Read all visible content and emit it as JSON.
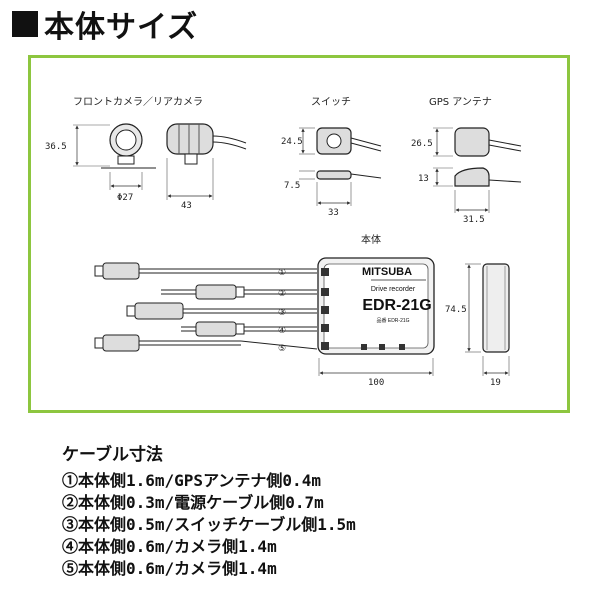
{
  "heading": {
    "title": "本体サイズ"
  },
  "diagram": {
    "front_rear_camera": {
      "label": "フロントカメラ／リアカメラ",
      "height": "36.5",
      "diameter": "Φ27",
      "length": "43"
    },
    "switch": {
      "label": "スイッチ",
      "height": "24.5",
      "thickness": "7.5",
      "width": "33"
    },
    "gps_antenna": {
      "label": "GPS アンテナ",
      "height": "26.5",
      "thickness": "13",
      "width": "31.5"
    },
    "main_unit": {
      "label": "本体",
      "brand": "MITSUBA",
      "subtitle": "Drive recorder",
      "model": "EDR-21G",
      "model_code": "品番 EDR-21G",
      "width": "100",
      "height": "74.5",
      "depth": "19"
    },
    "cable_numbers": [
      "①",
      "②",
      "③",
      "④",
      "⑤"
    ]
  },
  "specs": {
    "title": "ケーブル寸法",
    "rows": [
      "①本体側1.6m/GPSアンテナ側0.4m",
      "②本体側0.3m/電源ケーブル側0.7m",
      "③本体側0.5m/スイッチケーブル側1.5m",
      "④本体側0.6m/カメラ側1.4m",
      "⑤本体側0.6m/カメラ側1.4m"
    ]
  }
}
